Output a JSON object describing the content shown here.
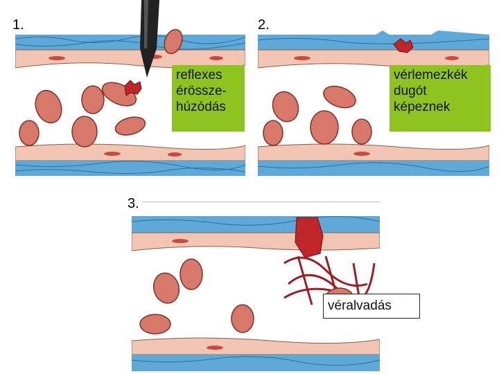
{
  "steps": [
    {
      "number": "1.",
      "caption_lines": [
        "reflexes",
        "érössze-",
        "húzódás"
      ]
    },
    {
      "number": "2.",
      "caption_lines": [
        "vérlemezkék",
        "dugót",
        "képeznek"
      ]
    },
    {
      "number": "3.",
      "caption_lines": [
        "véralvadás"
      ]
    }
  ],
  "colors": {
    "caption_background": "#8fc31f",
    "vessel_outer_blue": "#5fa9d8",
    "vessel_wall_pink": "#f3c6b4",
    "red_blood_cell": "#d8786a",
    "platelet_plug": "#c0252a",
    "fibrin_mesh": "#9e1b1f",
    "scalpel": "#222222"
  },
  "icons": [
    "scalpel-icon",
    "red-blood-cell-icon",
    "platelet-plug-icon",
    "fibrin-mesh-icon"
  ]
}
